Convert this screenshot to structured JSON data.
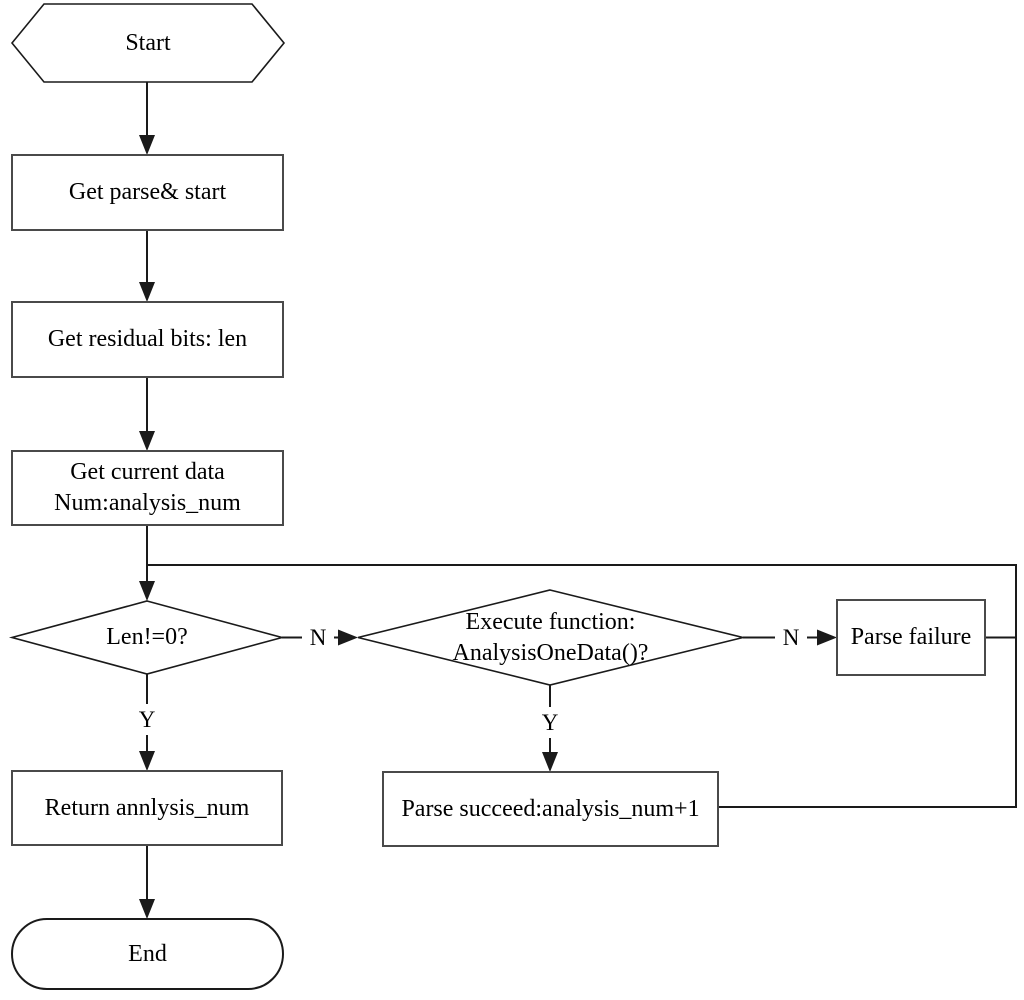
{
  "nodes": {
    "start": {
      "label": "Start"
    },
    "get_parse": {
      "label": "Get parse& start"
    },
    "get_residual": {
      "label": "Get residual bits: len"
    },
    "get_current": {
      "label": "Get current data\nNum:analysis_num"
    },
    "len_check": {
      "label": "Len!=0?"
    },
    "execute_check": {
      "label": "Execute function:\nAnalysisOneData()?"
    },
    "parse_failure": {
      "label": "Parse failure"
    },
    "return_num": {
      "label": "Return annlysis_num"
    },
    "parse_succeed": {
      "label": "Parse succeed:analysis_num+1"
    },
    "end": {
      "label": "End"
    }
  },
  "edge_labels": {
    "len_no": "N",
    "len_yes": "Y",
    "execute_no": "N",
    "execute_yes": "Y"
  },
  "colors": {
    "line": "#1a1a1a",
    "shape_line": "#1a1a1a",
    "box_border": "#4a4a4a",
    "background": "#ffffff",
    "text": "#000000"
  }
}
